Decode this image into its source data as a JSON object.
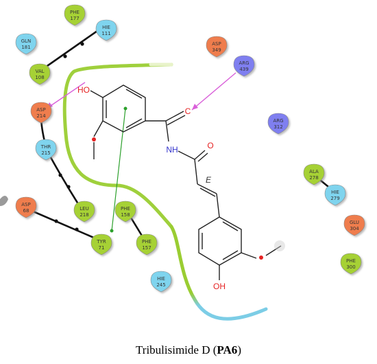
{
  "caption": {
    "name": "Tribulisimide D",
    "open": "(",
    "code": "PA6",
    "close": ")"
  },
  "colors": {
    "hydrophobic": "#a6d134",
    "polar": "#7fd4ee",
    "negative": "#ef7d4e",
    "positive": "#7f7ff0",
    "pocket_line_green": "#9acd32",
    "pocket_line_blue": "#7ccde6",
    "hbond": "#d95fd9",
    "pi_stacking": "#2ca02c",
    "oxygen": "#e52222",
    "nitrogen": "#3333cc"
  },
  "residues": {
    "phe177": {
      "name": "PHE",
      "num": "177",
      "kind": "hydrophobic"
    },
    "hie111": {
      "name": "HIE",
      "num": "111",
      "kind": "polar"
    },
    "gln181": {
      "name": "GLN",
      "num": "181",
      "kind": "polar"
    },
    "val108": {
      "name": "VAL",
      "num": "108",
      "kind": "hydrophobic"
    },
    "asp214": {
      "name": "ASP",
      "num": "214",
      "kind": "negative"
    },
    "thr215": {
      "name": "THR",
      "num": "215",
      "kind": "polar"
    },
    "asp68": {
      "name": "ASP",
      "num": "68",
      "kind": "negative"
    },
    "leu218": {
      "name": "LEU",
      "num": "218",
      "kind": "hydrophobic"
    },
    "tyr71": {
      "name": "TYR",
      "num": "71",
      "kind": "hydrophobic"
    },
    "phe158": {
      "name": "PHE",
      "num": "158",
      "kind": "hydrophobic"
    },
    "phe157": {
      "name": "PHE",
      "num": "157",
      "kind": "hydrophobic"
    },
    "hie245": {
      "name": "HIE",
      "num": "245",
      "kind": "polar"
    },
    "asp349": {
      "name": "ASP",
      "num": "349",
      "kind": "negative"
    },
    "arg439": {
      "name": "ARG",
      "num": "439",
      "kind": "positive"
    },
    "arg312": {
      "name": "ARG",
      "num": "312",
      "kind": "positive"
    },
    "ala278": {
      "name": "ALA",
      "num": "278",
      "kind": "hydrophobic"
    },
    "hie279": {
      "name": "HIE",
      "num": "279",
      "kind": "polar"
    },
    "glu304": {
      "name": "GLU",
      "num": "304",
      "kind": "negative"
    },
    "phe300": {
      "name": "PHE",
      "num": "300",
      "kind": "hydrophobic"
    }
  },
  "ligand": {
    "ho_top": "HO",
    "c_terminal": "C",
    "nh": "NH",
    "o_carbonyl": "O",
    "stereo": "E",
    "oh_bottom": "OH"
  }
}
